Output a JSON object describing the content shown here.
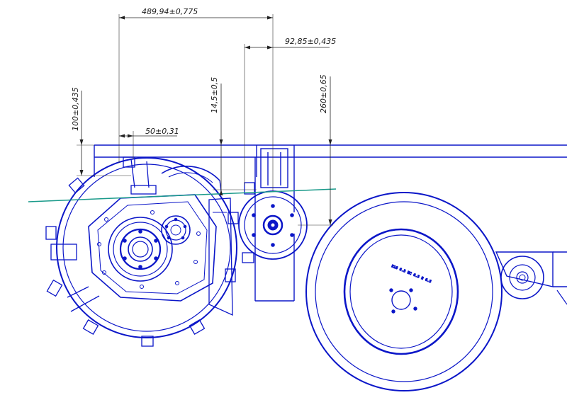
{
  "dimensions": {
    "d1": "489,94±0,775",
    "d2": "92,85±0,435",
    "d3": "100±0,435",
    "d4": "14,5±0,5",
    "d5": "260±0,65",
    "d6": "50±0,31"
  },
  "wheel_marking": "R16 6.5 NC 6.5 H 6.5",
  "colors": {
    "part_lines": "#0b16c8",
    "dimension_lines": "#222222",
    "reference_line": "#1a9a8a"
  }
}
